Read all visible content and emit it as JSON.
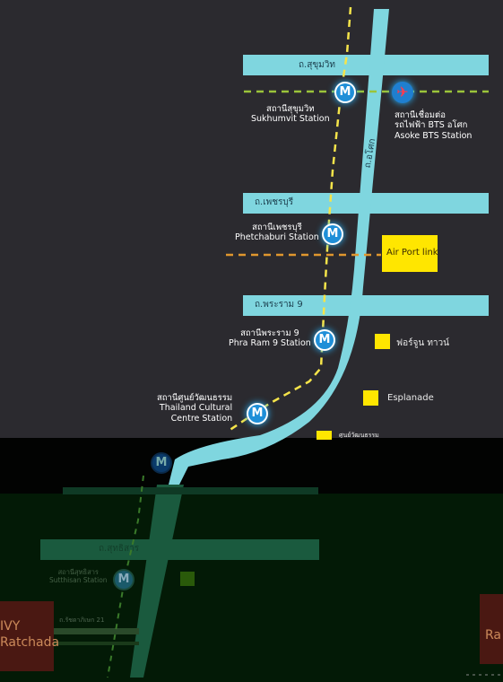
{
  "roads": {
    "sukhumvit": "ถ.สุขุมวิท",
    "asoke": "ถ.อโศก",
    "phetchaburi": "ถ.เพชรบุรี",
    "rama9": "ถ.พระราม 9",
    "lower_road": "ถ.สุทธิสาร",
    "lower_side": "ถ.รัชดาภิเษก 21"
  },
  "stations": {
    "sukhumvit": {
      "th": "สถานีสุขุมวิท",
      "en": "Sukhumvit Station"
    },
    "asoke": {
      "th": "สถานีเชื่อมต่อ",
      "th2": "รถไฟฟ้า BTS อโศก",
      "en": "Asoke BTS Station"
    },
    "phetchaburi": {
      "th": "สถานีเพชรบุรี",
      "en": "Phetchaburi  Station"
    },
    "rama9": {
      "th": "สถานีพระราม 9",
      "en": "Phra Ram 9 Station"
    },
    "cultural": {
      "th": "สถานีศูนย์วัฒนธรรม",
      "en": "Thailand Cultural",
      "en2": "Centre Station"
    },
    "lower": {
      "th": "สถานีสุทธิสาร",
      "en": "Sutthisan Station"
    },
    "badge_letter": "M"
  },
  "pois": {
    "airport_link": "Air Port link",
    "fortune": "ฟอร์จูน ทาวน์",
    "esplanade": "Esplanade",
    "next": "ศูนย์วัฒนธรรม"
  },
  "boxes": {
    "ivy_line1": "IVY",
    "ivy_line2": "Ratchada",
    "right_label": "Ra"
  },
  "colors": {
    "background": "#2b2a2f",
    "road": "#7fd6df",
    "mrt_line": "#f5e44a",
    "bts_line": "#9bc43a",
    "airport_line": "#e0962e",
    "poi": "#ffe600"
  }
}
